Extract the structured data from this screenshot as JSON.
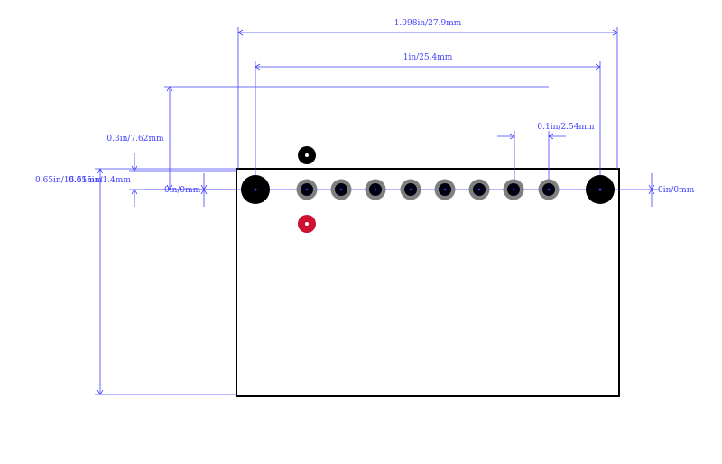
{
  "colors": {
    "dimension": "#4040ff",
    "outline": "#000000",
    "outline_inner": "#c00000",
    "pad_ring": "#7f7f7f",
    "pad_core": "#000010",
    "mark_red": "#cc1133",
    "mark_black": "#000000",
    "background": "#ffffff"
  },
  "dimensions": {
    "overall_width": "1.098in/27.9mm",
    "mount_hole_spacing": "1in/25.4mm",
    "row_offset": "0.3in/7.62mm",
    "pin_pitch": "0.1in/2.54mm",
    "overall_height": "0.65in/16.51mm",
    "edge_offset": "0.055in/1.4mm",
    "left_zero": "0in/0mm",
    "right_zero": "0in/0mm"
  },
  "pins": {
    "count": 8,
    "pitch_units": 2.54
  },
  "mount_holes": {
    "count": 2
  },
  "markers": [
    {
      "name": "pin1-marker-black",
      "color_key": "mark_black"
    },
    {
      "name": "pin1-marker-red",
      "color_key": "mark_red"
    }
  ]
}
